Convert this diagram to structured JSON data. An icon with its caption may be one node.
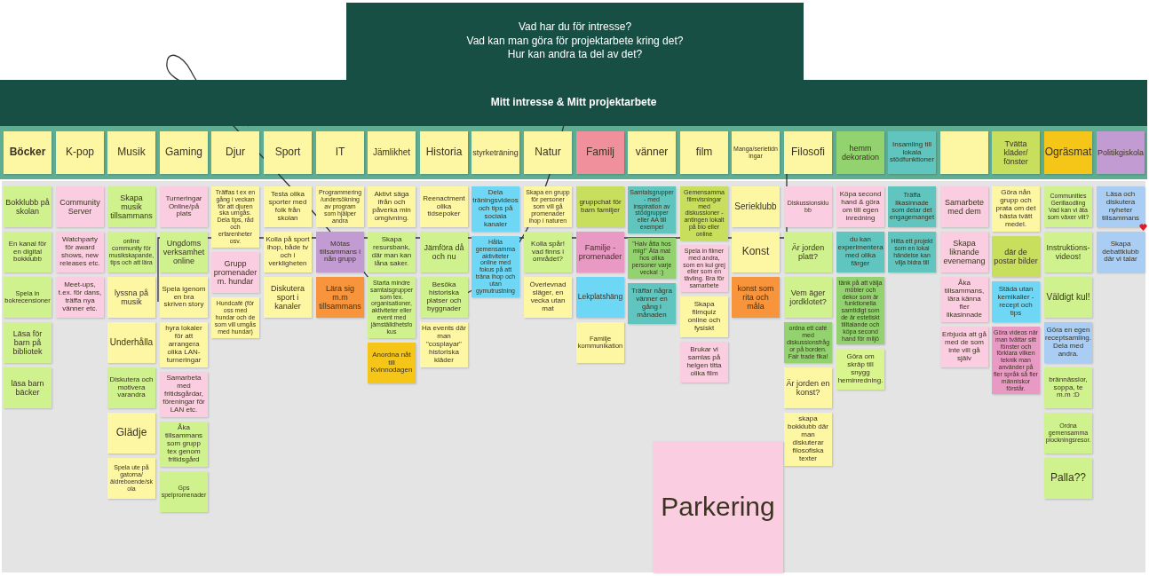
{
  "diagram": {
    "nodes": [
      {
        "text": [
          "Vad har du för intresse?",
          "Vad kan man göra för projektarbete kring det?",
          "Hur kan andra ta del av det?"
        ]
      },
      {
        "text": [
          "Mitt intresse & Mitt projektarbete"
        ]
      },
      {
        "text": [
          "Böcker"
        ]
      },
      {
        "text": [
          "K-pop"
        ]
      },
      {
        "text": [
          "Musik"
        ]
      },
      {
        "text": [
          "Gaming"
        ]
      },
      {
        "text": [
          "Djur"
        ]
      },
      {
        "text": [
          "Sport"
        ]
      },
      {
        "text": [
          "IT"
        ]
      },
      {
        "text": [
          "Jämlikhet"
        ]
      },
      {
        "text": [
          "Historia"
        ]
      },
      {
        "text": [
          "styrketräning"
        ]
      },
      {
        "text": [
          "Natur"
        ]
      },
      {
        "text": [
          "Familj"
        ]
      },
      {
        "text": [
          "vänner"
        ]
      },
      {
        "text": [
          "film"
        ]
      },
      {
        "text": [
          "Manga/serietidningar"
        ]
      },
      {
        "text": [
          "Filosofi"
        ]
      },
      {
        "text": [
          "hemm dekoration"
        ]
      },
      {
        "text": [
          "Insamling till lokala stödfunktioner"
        ]
      },
      {
        "text": [],
        "shape": "box"
      },
      {
        "text": [
          "Tvätta kläder/ fönster"
        ]
      },
      {
        "text": [
          "Ogräsmat"
        ]
      },
      {
        "text": [
          "Politikgiskola"
        ]
      },
      {
        "text": [
          "Bokklubb på skolan"
        ]
      },
      {
        "text": [
          "En kanal för en digital bokklubb"
        ]
      },
      {
        "text": [
          "Spela in bokrecensioner"
        ]
      },
      {
        "text": [
          "Läsa för barn på bibliotek"
        ]
      },
      {
        "text": [
          "läsa barn bäcker"
        ]
      },
      {
        "text": [
          "Community Server"
        ]
      },
      {
        "text": [
          "Watchparty för award shows, new releases etc."
        ]
      },
      {
        "text": [
          "Meet-ups, t.ex. för dans, träffa nya vänner etc."
        ]
      },
      {
        "text": [
          "Skapa musik tillsammans"
        ]
      },
      {
        "text": [
          "online community för musikskapande, tips och att lära"
        ]
      },
      {
        "text": [
          "lyssna på musik"
        ]
      },
      {
        "text": [
          "Underhålla"
        ]
      },
      {
        "text": [
          "Diskutera och motivera varandra"
        ]
      },
      {
        "text": [
          "Glädje"
        ]
      },
      {
        "text": [
          "Spela ute på gatorna/äldreboende/skola"
        ]
      },
      {
        "text": [
          "Turneringar Online/på plats"
        ]
      },
      {
        "text": [
          "Ungdoms verksamhet online"
        ]
      },
      {
        "text": [
          "Spela igenom en bra skriven story"
        ]
      },
      {
        "text": [
          "hyra lokaler för att arrangera olika LAN-turneringar"
        ]
      },
      {
        "text": [
          "Samarbeta med fritidsgårdar, föreningar för LAN etc."
        ]
      },
      {
        "text": [
          "Åka tillsammans som grupp tex genom fritidsgård"
        ]
      },
      {
        "text": [
          "Gps spelpromenader"
        ]
      },
      {
        "text": [
          "Träffas t ex en gång i veckan för att djuren ska umgås. Dela tips, råd och erfarenheter osv."
        ]
      },
      {
        "text": [
          "Grupp promenader m. hundar"
        ]
      },
      {
        "text": [
          "Hundcafé (för oss med hundar och de som vill umgås med hundar)"
        ]
      },
      {
        "text": [
          "Testa olika sporter med folk från skolan"
        ]
      },
      {
        "text": [
          "Kolla på sport ihop, både tv och i verkligheten"
        ]
      },
      {
        "text": [
          "Diskutera sport i kanaler"
        ]
      },
      {
        "text": [
          "Programmering/undersökning av program som hjälper andra"
        ]
      },
      {
        "text": [
          "Mötas tillsammans i nån grupp"
        ]
      },
      {
        "text": [
          "Lära sig m.m tillsammans"
        ]
      },
      {
        "text": [
          "Aktivt säga ifrån och påverka min omgivning."
        ]
      },
      {
        "text": [
          "Skapa resursbank, där man kan låna saker."
        ]
      },
      {
        "text": [
          "Starta mindre samtalsgrupper som tex. organisationer, aktiviteter eller event med jämställdhetsfokus"
        ]
      },
      {
        "text": [
          "Anordna nåt till Kvinnodagen"
        ]
      },
      {
        "text": [
          "Reenactment olika tidsepoker"
        ]
      },
      {
        "text": [
          "Jämföra då och nu"
        ]
      },
      {
        "text": [
          "Besöka historiska platser och byggnader"
        ]
      },
      {
        "text": [
          "Ha events där man \"cosplayar\" historiska kläder"
        ]
      },
      {
        "text": [
          "Dela träningsvideos och tips på sociala kanaler"
        ]
      },
      {
        "text": [
          "Hålla gemensamma aktiviteter online med fokus på att träna ihop och utan gymutrustning"
        ]
      },
      {
        "text": [
          "Skapa en grupp för personer som vill gå promenader ihop i naturen"
        ]
      },
      {
        "text": [
          "Kolla spår! vad finns i området?"
        ]
      },
      {
        "text": [
          "Överlevnad släger, en vecka utan mat"
        ]
      },
      {
        "text": [
          "gruppchat för barn familjer"
        ]
      },
      {
        "text": [
          "Familje - promenader"
        ]
      },
      {
        "text": [
          "Lekplatshäng"
        ]
      },
      {
        "text": [
          "Familje kommunikation"
        ]
      },
      {
        "text": [
          "Samtalsgrupper - med inspiration av stödgrupper eller AA till exempel"
        ]
      },
      {
        "text": [
          "\"Halv åtta hos mig!\" Äta mat hos olika personer varje vecka! :)"
        ]
      },
      {
        "text": [
          "Träffar några vänner en gång i månaden"
        ]
      },
      {
        "text": [
          "Gemensamma filmvisningar med diskussioner - antingen lokalt på bio eller online"
        ]
      },
      {
        "text": [
          "Spela in filmer med andra, som en kul grej eller som en tävling. Bra för samarbete"
        ]
      },
      {
        "text": [
          "Skapa filmquiz online och fysiskt"
        ]
      },
      {
        "text": [
          "Brukar vi samlas på helgen titta olika film"
        ]
      },
      {
        "text": [
          "Serieklubb"
        ]
      },
      {
        "text": [
          "Konst"
        ]
      },
      {
        "text": [
          "konst som rita och måla"
        ]
      },
      {
        "text": [
          "Diskussionsklubb"
        ]
      },
      {
        "text": [
          "Är jorden platt?"
        ]
      },
      {
        "text": [
          "Vem äger jordklotet?"
        ]
      },
      {
        "text": [
          "ordna ett café med diskussionsfrågor på borden. Fair trade fika!"
        ]
      },
      {
        "text": [
          "Är jorden en konst?"
        ]
      },
      {
        "text": [
          "skapa bokklubb där man diskuterar filosofiska texter"
        ]
      },
      {
        "text": [
          "Köpa second hand & göra om till egen inredning"
        ]
      },
      {
        "text": [
          "du kan experimentera med olika färger"
        ]
      },
      {
        "text": [
          "tänk på att välja möbler och dekor som är funktionella samtidigt som de är estetiskt tilltalande och köpa second hand för miljö"
        ]
      },
      {
        "text": [
          "Göra om skräp till snygg heminredning."
        ]
      },
      {
        "text": [
          "Träffa likasinnade som delar det engagemanget"
        ]
      },
      {
        "text": [
          "Hitta ett projekt som en lokal händelse kan vilja bidra till"
        ]
      },
      {
        "text": [
          "Samarbete med dem"
        ]
      },
      {
        "text": [
          "Skapa liknande evenemang"
        ]
      },
      {
        "text": [
          "Åka tillsammans, lära känna fler likasinnade"
        ]
      },
      {
        "text": [
          "Erbjuda att gå med de som inte vill gå själv"
        ]
      },
      {
        "text": [
          "Göra nån grupp och prata om det bästa tvätt medel."
        ]
      },
      {
        "text": [
          "där de postar bilder"
        ]
      },
      {
        "text": [
          "Städa utan kemikalier - recept och tips"
        ]
      },
      {
        "text": [
          "Göra videos när man tvättar sitt fönster och förklara vilken teknik man använder på fler språk så fler människor förstår."
        ]
      },
      {
        "text": [
          "Communities Gerillaodling Vad kan vi äta som växer vilt?"
        ]
      },
      {
        "text": [
          "Instruktions-videos!"
        ]
      },
      {
        "text": [
          "Väldigt kul!"
        ]
      },
      {
        "text": [
          "Göra en egen receptsamling. Dela med andra."
        ]
      },
      {
        "text": [
          "brännässlor, soppa, te m.m :D"
        ]
      },
      {
        "text": [
          "Ordna gemensamma plockningsresor."
        ]
      },
      {
        "text": [
          "Palla??"
        ]
      },
      {
        "text": [
          "Läsa och diskutera nyheter tillsammans"
        ]
      },
      {
        "text": [
          "Skapa debattklubb där vi talar"
        ]
      },
      {
        "text": [
          "Parkering"
        ]
      }
    ]
  }
}
